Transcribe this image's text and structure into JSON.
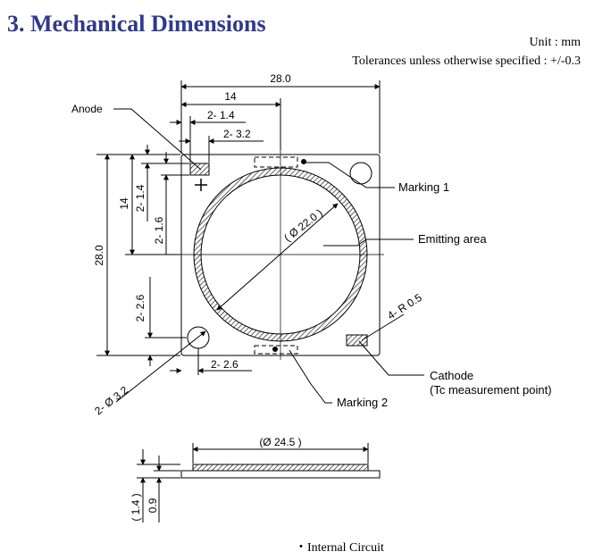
{
  "page": {
    "title": "3. Mechanical Dimensions",
    "unit_note": "Unit : mm",
    "tolerance_note": "Tolerances unless otherwise specified : +/-0.3",
    "bottom_note": "・Internal Circuit"
  },
  "top_view": {
    "dims": {
      "overall_width": "28.0",
      "half_width": "14",
      "anode_pad_offset": "2- 1.4",
      "anode_pad_width": "2- 3.2",
      "height_half": "14",
      "height_pad_top": "2- 1.4",
      "height_pad_size": "2- 1.6",
      "overall_height": "28.0",
      "hole_vertical": "2- 2.6",
      "hole_horizontal": "2- 2.6",
      "hole_diameter": "2- Ø 3.2",
      "emitting_diameter": "( Ø 22.0 )",
      "corner_radius": "4- R 0.5"
    },
    "callouts": {
      "anode": "Anode",
      "marking1": "Marking 1",
      "emitting": "Emitting area",
      "cathode": "Cathode",
      "cathode_sub": "(Tc measurement point)",
      "marking2": "Marking 2"
    }
  },
  "side_view": {
    "lens_diameter": "(Ø 24.5 )",
    "total_height": "( 1.4 )",
    "base_thickness": "0.9"
  }
}
